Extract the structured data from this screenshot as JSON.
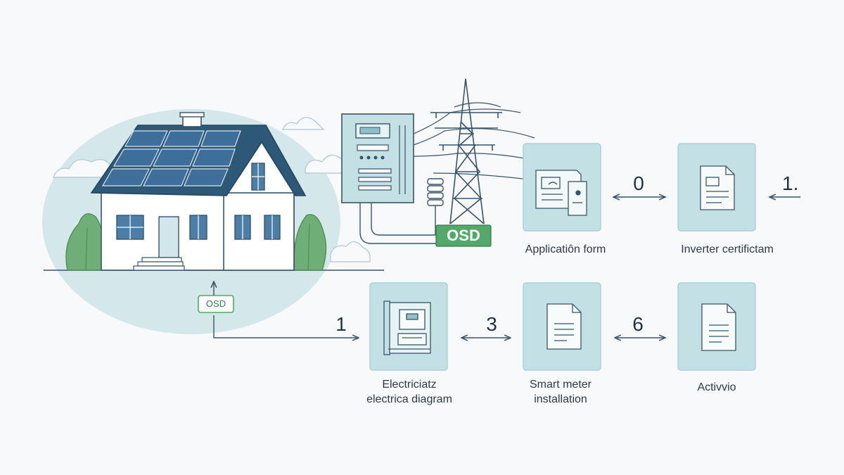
{
  "colors": {
    "background": "#f7f9fa",
    "box_fill": "#c3e1e5",
    "box_stroke": "#a9cfd6",
    "ink": "#3a5466",
    "roof": "#2d5878",
    "panel": "#3e6e9a",
    "leaf": "#6fae77",
    "osd_green": "#55a86c",
    "halo": "#d4e7ea"
  },
  "diagram": {
    "osd_tag_large": "OSD",
    "osd_tag_small": "OSD",
    "steps": [
      {
        "id": "application-form",
        "label_lines": [
          "Applicatiôn form"
        ],
        "icon": "application-form-icon"
      },
      {
        "id": "inverter-certificate",
        "label_lines": [
          "Inverter certifictam"
        ],
        "icon": "document-icon"
      },
      {
        "id": "electrical-diagram",
        "label_lines": [
          "Electriciatz",
          "electrica diagram"
        ],
        "icon": "meter-cabinet-icon"
      },
      {
        "id": "smart-meter-installation",
        "label_lines": [
          "Smart meter",
          "installation"
        ],
        "icon": "document-icon"
      },
      {
        "id": "activation",
        "label_lines": [
          "Activvio"
        ],
        "icon": "document-icon"
      }
    ],
    "connectors": [
      {
        "id": "app-to-inverter",
        "text": "0"
      },
      {
        "id": "inverter-incoming",
        "text": "1."
      },
      {
        "id": "house-to-diagram",
        "text": "1"
      },
      {
        "id": "diagram-to-meter",
        "text": "3"
      },
      {
        "id": "meter-to-activation",
        "text": "6"
      }
    ]
  }
}
